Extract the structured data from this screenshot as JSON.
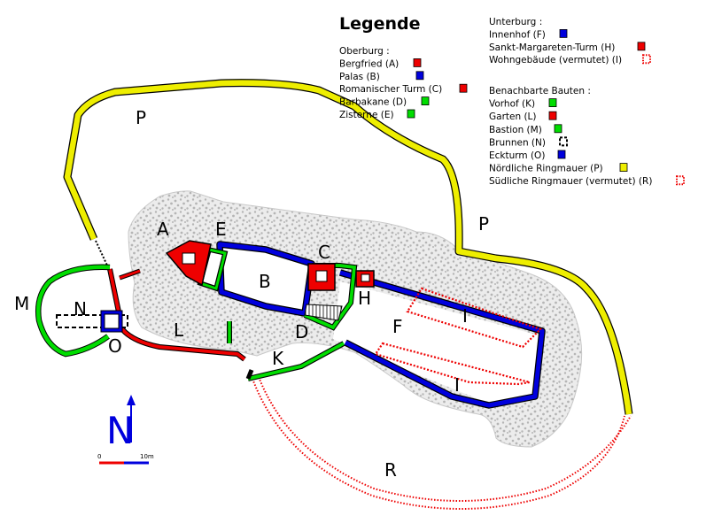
{
  "legend": {
    "title": "Legende",
    "groups": [
      {
        "heading": "Oberburg :",
        "items": [
          {
            "text": "Bergfried (A)",
            "color": "#ee0000",
            "style": "solid"
          },
          {
            "text": "Palas (B)",
            "color": "#0000dd",
            "style": "solid"
          },
          {
            "text": "Romanischer Turm (C)",
            "color": "#ee0000",
            "style": "solid"
          },
          {
            "text": "Barbakane (D)",
            "color": "#00dd00",
            "style": "solid"
          },
          {
            "text": "Zisterne (E)",
            "color": "#00dd00",
            "style": "solid"
          }
        ]
      },
      {
        "heading": "Unterburg :",
        "items": [
          {
            "text": "Innenhof (F)",
            "color": "#0000dd",
            "style": "solid"
          },
          {
            "text": "Sankt-Margareten-Turm (H)",
            "color": "#ee0000",
            "style": "solid"
          },
          {
            "text": "Wohngebäude (vermutet) (I)",
            "color": "#ee0000",
            "style": "dotted"
          }
        ]
      },
      {
        "heading": "Benachbarte Bauten :",
        "items": [
          {
            "text": "Vorhof (K)",
            "color": "#00dd00",
            "style": "solid"
          },
          {
            "text": "Garten (L)",
            "color": "#ee0000",
            "style": "solid"
          },
          {
            "text": "Bastion (M)",
            "color": "#00dd00",
            "style": "solid"
          },
          {
            "text": "Brunnen (N)",
            "color": "#000000",
            "style": "dashed"
          },
          {
            "text": "Eckturm (O)",
            "color": "#0000dd",
            "style": "solid"
          },
          {
            "text": "Nördliche Ringmauer (P)",
            "color": "#eeee00",
            "style": "solid"
          },
          {
            "text": "Südliche Ringmauer (vermutet) (R)",
            "color": "#ee0000",
            "style": "dotted"
          }
        ]
      }
    ]
  },
  "labels": {
    "A": "A",
    "B": "B",
    "C": "C",
    "D": "D",
    "E": "E",
    "F": "F",
    "H": "H",
    "I1": "I",
    "I2": "I",
    "K": "K",
    "L": "L",
    "M": "M",
    "N": "N",
    "O": "O",
    "P1": "P",
    "P2": "P",
    "R": "R"
  },
  "north": "N",
  "scale": {
    "start": "0",
    "end": "10m"
  },
  "colors": {
    "red": "#ee0000",
    "blue": "#0000dd",
    "green": "#00dd00",
    "yellow": "#eeee00",
    "rock": "#ececec",
    "dots": "#b5b5b5"
  }
}
